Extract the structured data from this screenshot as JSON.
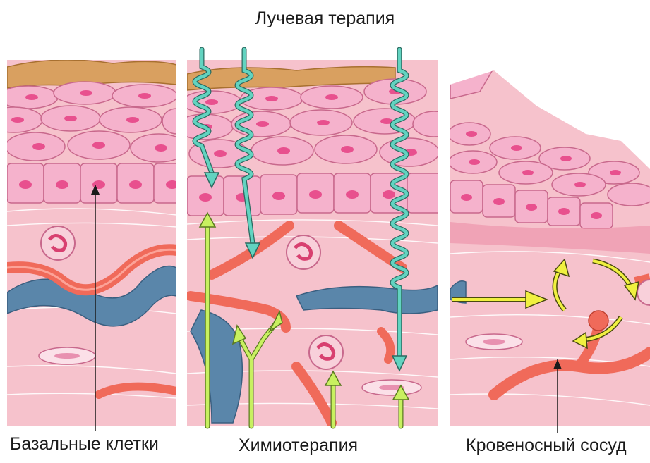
{
  "title": "Лучевая терапия",
  "labels": {
    "basal_cells": "Базальные клетки",
    "chemotherapy": "Химиотерапия",
    "blood_vessel": "Кровеносный сосуд"
  },
  "colors": {
    "skin_background": "#f4b8c4",
    "cell_fill": "#f3a0c0",
    "nucleus": "#e8508e",
    "stratum_corneum": "#d9a060",
    "artery": "#f06a5a",
    "vein": "#5a86aa",
    "radiation_wave": "#62d3c0",
    "chemo_arrow": "#c8f060",
    "transport_arrow": "#f0f040"
  }
}
